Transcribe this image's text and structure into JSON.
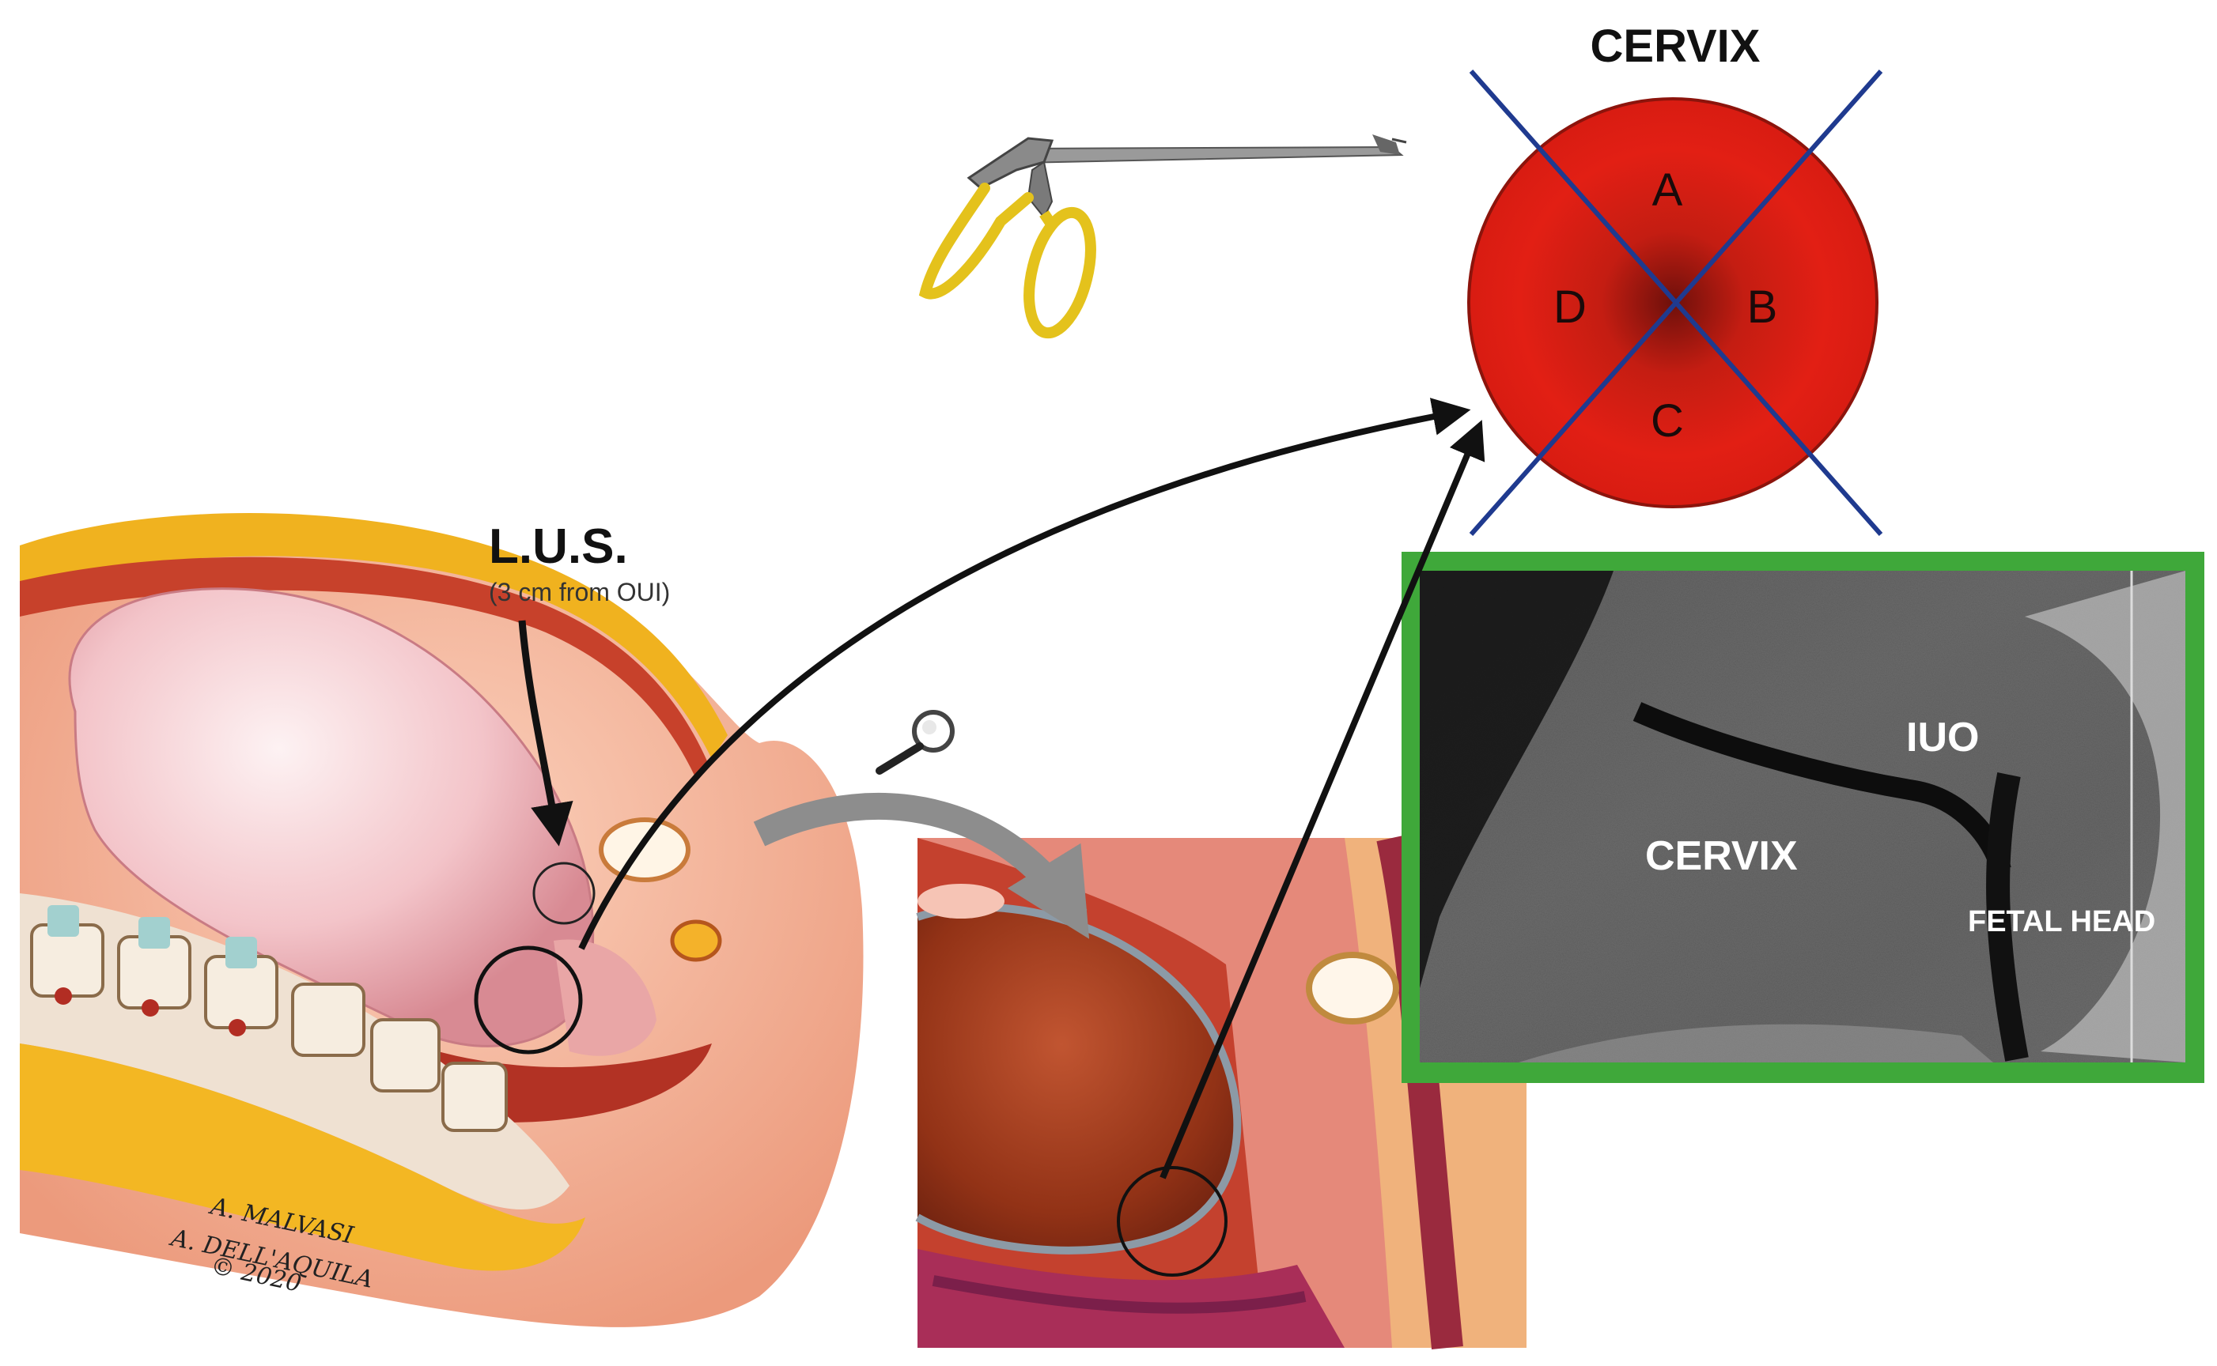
{
  "cervix_diagram": {
    "title": "CERVIX",
    "quadrants": {
      "top": "A",
      "right": "B",
      "bottom": "C",
      "left": "D"
    },
    "colors": {
      "center": "#6e100b",
      "outer": "#e21f14",
      "cross": "#1f3a8f"
    }
  },
  "lus_label": {
    "title": "L.U.S.",
    "subtitle": "(3 cm from OUI)"
  },
  "ultrasound": {
    "labels": {
      "iuo": "IUO",
      "cervix": "CERVIX",
      "fetal_head": "FETAL HEAD"
    },
    "frame_color": "#3fa83a"
  },
  "signature": {
    "line1": "A. MALVASI",
    "line2": "A. DELL'AQUILA",
    "line3": "© 2020"
  },
  "icons": {
    "forceps": "biopsy-forceps-icon",
    "magnifier": "magnifier-icon"
  }
}
